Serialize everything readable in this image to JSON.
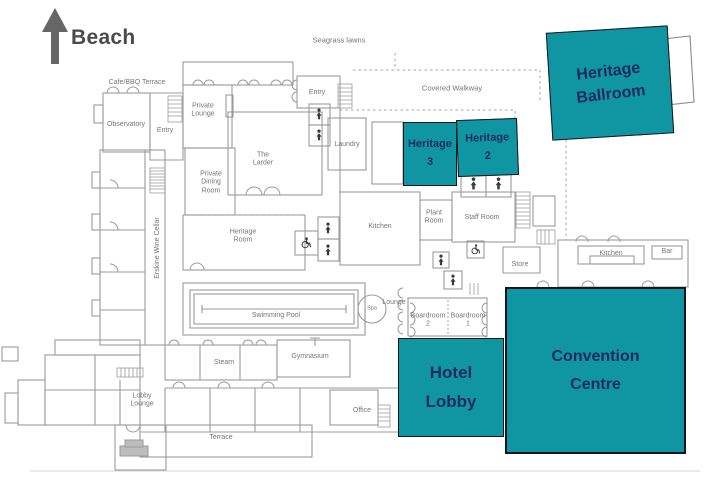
{
  "colors": {
    "highlight": "#1095a3",
    "highlight_text": "#1c2b5f",
    "plan_line": "#999999",
    "label_text": "#757575",
    "arrow": "#666666"
  },
  "compass": {
    "label": "Beach"
  },
  "highlights": {
    "heritage_ballroom": {
      "label": "Heritage\nBallroom"
    },
    "heritage_3": {
      "label": "Heritage\n3"
    },
    "heritage_2": {
      "label": "Heritage\n2"
    },
    "hotel_lobby": {
      "label": "Hotel\nLobby"
    },
    "convention_centre": {
      "label": "Convention\nCentre"
    }
  },
  "rooms": {
    "seagrass_lawns": "Seagrass lawns",
    "cafe_bbq_terrace": "Cafe/BBQ Terrace",
    "observatory": "Observatory",
    "entry_west": "Entry",
    "private_lounge": "Private\nLounge",
    "entry_north": "Entry",
    "covered_walkway": "Covered Walkway",
    "laundry": "Laundry",
    "the_larder": "The\nLarder",
    "private_dining_room": "Private\nDining\nRoom",
    "heritage_room": "Heritage\nRoom",
    "kitchen_main": "Kitchen",
    "plant_room": "Plant\nRoom",
    "staff_room": "Staff Room",
    "store": "Store",
    "kitchen_right": "Kitchen",
    "bar": "Bar",
    "erskine_wine_cellar": "Erskine Wine Cellar",
    "swimming_pool": "Swimming Pool",
    "spa": "Spa",
    "lounge": "Lounge",
    "steam": "Steam",
    "gymnasium": "Gymnasium",
    "boardroom_2": "Boardroom\n2",
    "boardroom_1": "Boardroom\n1",
    "lobby_lounge": "Lobby\nLounge",
    "office": "Office",
    "terrace": "Terrace"
  }
}
